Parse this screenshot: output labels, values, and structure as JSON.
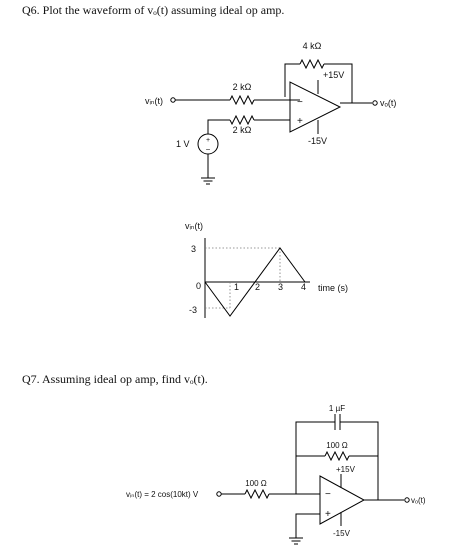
{
  "q6": {
    "heading": "Q6. Plot the waveform of vₒ(t) assuming ideal op amp.",
    "circuit": {
      "feedback_resistor": "4 kΩ",
      "input_resistor": "2 kΩ",
      "plus_resistor": "2 kΩ",
      "vcc_pos": "+15V",
      "vcc_neg": "-15V",
      "source_label": "1 V",
      "vin_label": "vᵢₙ(t)",
      "vout_label": "vₒ(t)",
      "minus_sign": "−",
      "plus_sign": "+"
    },
    "graph": {
      "ylabel": "vᵢₙ(t)",
      "xlabel": "time (s)",
      "yticks": [
        "3",
        "0",
        "-3"
      ],
      "xticks": [
        "1",
        "2",
        "3",
        "4"
      ]
    }
  },
  "q7": {
    "heading": "Q7. Assuming ideal op amp, find vₒ(t).",
    "circuit": {
      "capacitor": "1 µF",
      "feedback_resistor": "100 Ω",
      "input_resistor": "100 Ω",
      "vcc_pos": "+15V",
      "vcc_neg": "-15V",
      "vin_label": "vᵢₙ(t) = 2 cos(10kt) V",
      "vout_label": "vₒ(t)",
      "minus_sign": "−",
      "plus_sign": "+"
    }
  },
  "chart_data": {
    "type": "line",
    "x": [
      0,
      1,
      3,
      4
    ],
    "y": [
      0,
      -3,
      3,
      0
    ],
    "xlabel": "time (s)",
    "ylabel": "vᵢₙ(t)",
    "xticks": [
      1,
      2,
      3,
      4
    ],
    "yticks": [
      3,
      0,
      -3
    ]
  }
}
